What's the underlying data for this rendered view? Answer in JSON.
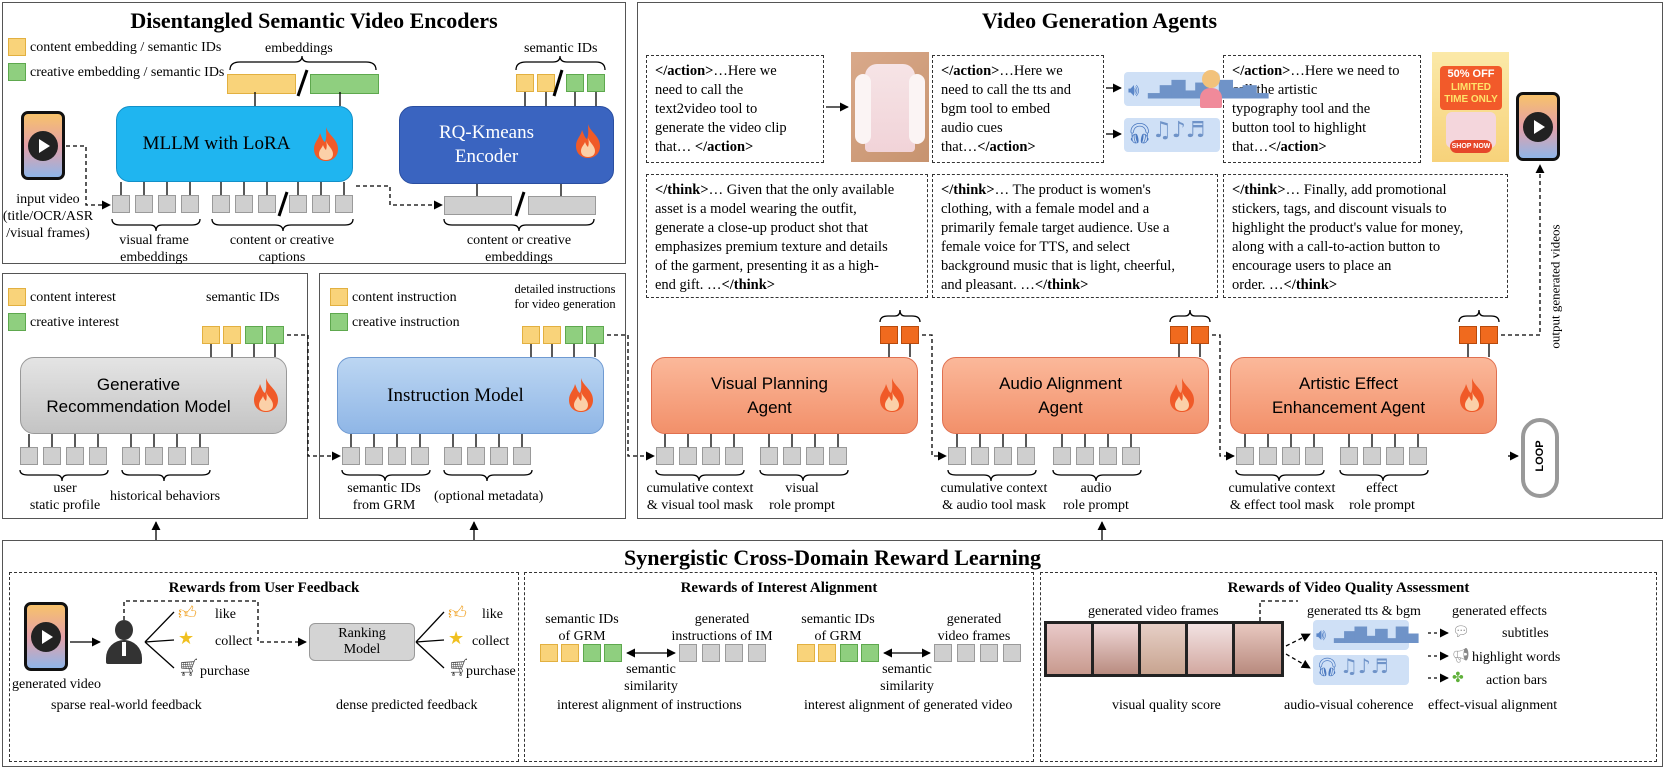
{
  "encoders": {
    "title": "Disentangled Semantic Video Encoders",
    "legend_content": "content embedding / semantic IDs",
    "legend_creative": "creative embedding / semantic IDs",
    "embeddings_label": "embeddings",
    "semantic_ids_label": "semantic IDs",
    "mllm": "MLLM with LoRA",
    "rq_line1": "RQ-Kmeans",
    "rq_line2": "Encoder",
    "input_video": [
      "input video",
      "(title/OCR/ASR",
      "/visual frames)"
    ],
    "visual_frame": [
      "visual frame",
      "embeddings"
    ],
    "captions": [
      "content or creative",
      "captions"
    ],
    "rq_embeddings": [
      "content or creative",
      "embeddings"
    ]
  },
  "grm": {
    "legend_content": "content interest",
    "legend_creative": "creative interest",
    "semantic_ids_label": "semantic IDs",
    "model_line1": "Generative",
    "model_line2": "Recommendation Model",
    "user_profile": [
      "user",
      "static profile"
    ],
    "historical": "historical behaviors"
  },
  "instruction": {
    "legend_content": "content instruction",
    "legend_creative": "creative instruction",
    "detailed": [
      "detailed instructions",
      "for video generation"
    ],
    "model": "Instruction Model",
    "semantic_from": [
      "semantic IDs",
      "from GRM"
    ],
    "optional": "(optional metadata)"
  },
  "agents": {
    "title": "Video Generation Agents",
    "action1": [
      "</action>",
      "…Here we",
      "need to call the",
      "text2video tool to",
      "generate the video clip",
      "that… ",
      "</action>"
    ],
    "action2": [
      "</action>",
      "…Here we",
      "need to call the tts and",
      "bgm tool to embed",
      "audio cues",
      "that…",
      "</action>"
    ],
    "action3": [
      "</action>",
      "…Here we need to",
      "call the artistic",
      "typography tool and the",
      "button tool to  highlight",
      "that…",
      "</action>"
    ],
    "think1": [
      "</think>",
      "… Given that the only available",
      "asset is a model wearing the outfit,",
      "generate a close-up product shot that",
      "emphasizes premium texture and details",
      "of the garment, presenting it as a high-",
      "end gift. …",
      "</think>"
    ],
    "think2": [
      "</think>",
      "… The product is women's",
      "clothing, with a female model and a",
      "primarily female target audience. Use a",
      "female voice for TTS, and select",
      "background music that is light, cheerful,",
      "and pleasant. …",
      "</think>"
    ],
    "think3": [
      "</think>",
      "… Finally, add promotional",
      "stickers, tags, and discount visuals to",
      "highlight the product's value for money,",
      "along with a call-to-action button to",
      "encourage users to place an",
      "order. …",
      "</think>"
    ],
    "visual_agent": [
      "Visual Planning",
      "Agent"
    ],
    "audio_agent": [
      "Audio Alignment",
      "Agent"
    ],
    "effect_agent": [
      "Artistic Effect",
      "Enhancement Agent"
    ],
    "v_ctx": [
      "cumulative context",
      "& visual tool mask"
    ],
    "v_role": [
      "visual",
      "role prompt"
    ],
    "a_ctx": [
      "cumulative context",
      "& audio tool mask"
    ],
    "a_role": [
      "audio",
      "role prompt"
    ],
    "e_ctx": [
      "cumulative context",
      "& effect tool mask"
    ],
    "e_role": [
      "effect",
      "role prompt"
    ],
    "output": "output generated videos",
    "loop": "LOOP",
    "promo": [
      "50% OFF",
      "LIMITED",
      "TIME ONLY",
      "SHOP NOW"
    ]
  },
  "reward": {
    "title": "Synergistic Cross-Domain Reward Learning",
    "user_title": "Rewards from User Feedback",
    "interest_title": "Rewards of Interest Alignment",
    "quality_title": "Rewards of Video Quality Assessment",
    "generated_video": "generated video",
    "like": "like",
    "collect": "collect",
    "purchase": "purchase",
    "ranking": [
      "Ranking",
      "Model"
    ],
    "sparse": "sparse real-world feedback",
    "dense": "dense predicted feedback",
    "sem_grm": [
      "semantic IDs",
      "of GRM"
    ],
    "gen_instr": [
      "generated",
      "instructions of IM"
    ],
    "gen_frames": [
      "generated",
      "video frames"
    ],
    "sem_sim": [
      "semantic",
      "similarity"
    ],
    "ia_instr": "interest alignment of instructions",
    "ia_video": "interest alignment of generated video",
    "gen_video_frames": "generated video frames",
    "gen_tts": "generated tts & bgm",
    "gen_effects": "generated effects",
    "subtitles": "subtitles",
    "highlight": "highlight words",
    "action_bars": "action bars",
    "vq_score": "visual quality score",
    "av_coh": "audio-visual coherence",
    "ev_align": "effect-visual alignment"
  }
}
